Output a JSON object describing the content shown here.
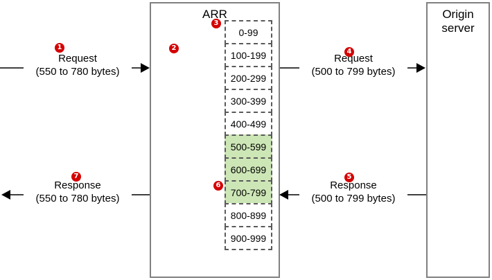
{
  "diagram": {
    "nodes": {
      "arr": {
        "title": "ARR"
      },
      "origin": {
        "title": "Origin\nserver"
      }
    },
    "segments": [
      {
        "label": "0-99",
        "highlighted": false
      },
      {
        "label": "100-199",
        "highlighted": false
      },
      {
        "label": "200-299",
        "highlighted": false
      },
      {
        "label": "300-399",
        "highlighted": false
      },
      {
        "label": "400-499",
        "highlighted": false
      },
      {
        "label": "500-599",
        "highlighted": true
      },
      {
        "label": "600-699",
        "highlighted": true
      },
      {
        "label": "700-799",
        "highlighted": true
      },
      {
        "label": "800-899",
        "highlighted": false
      },
      {
        "label": "900-999",
        "highlighted": false
      }
    ],
    "flows": [
      {
        "id": "client-request",
        "line1": "Request",
        "line2": "(550 to 780 bytes)",
        "badge": "1"
      },
      {
        "id": "origin-request",
        "line1": "Request",
        "line2": "(500 to 799 bytes)",
        "badge": "4"
      },
      {
        "id": "origin-response",
        "line1": "Response",
        "line2": "(500 to 799 bytes)",
        "badge": "5"
      },
      {
        "id": "client-response",
        "line1": "Response",
        "line2": "(550 to 780 bytes)",
        "badge": "7"
      }
    ],
    "badges": [
      {
        "id": "badge-1",
        "number": "1"
      },
      {
        "id": "badge-2",
        "number": "2"
      },
      {
        "id": "badge-3",
        "number": "3"
      },
      {
        "id": "badge-4",
        "number": "4"
      },
      {
        "id": "badge-5",
        "number": "5"
      },
      {
        "id": "badge-6",
        "number": "6"
      },
      {
        "id": "badge-7",
        "number": "7"
      }
    ],
    "colors": {
      "highlight_fill": "#cde6b6",
      "badge_fill": "#d40000",
      "box_border": "#808080",
      "segment_border": "#595959"
    }
  }
}
